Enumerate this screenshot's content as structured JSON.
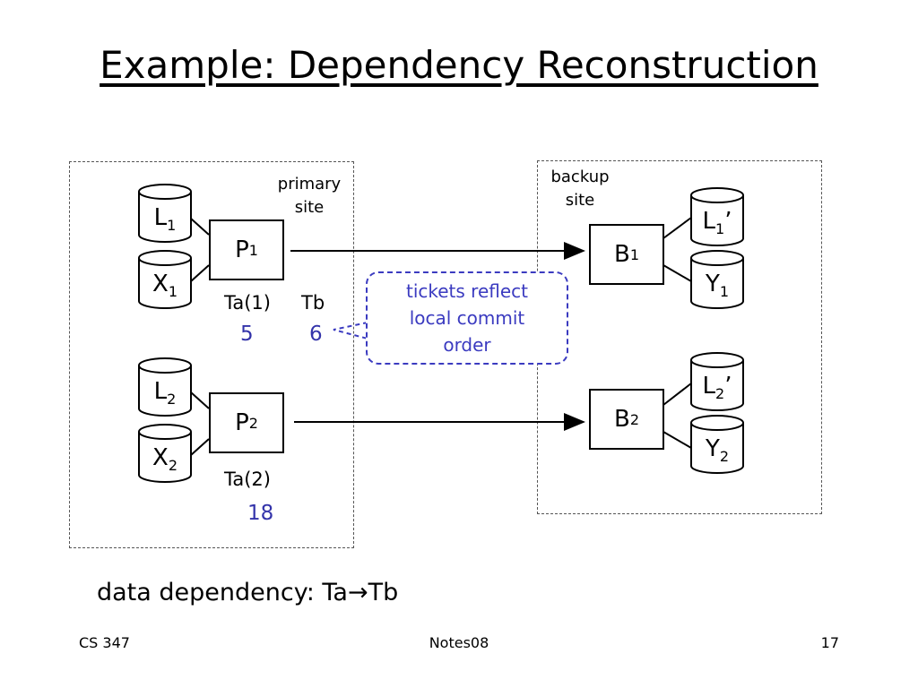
{
  "title": "Example: Dependency Reconstruction",
  "primary_site": {
    "label": [
      "primary",
      "site"
    ],
    "processes": [
      {
        "name": "P",
        "sub": "1",
        "log": {
          "name": "L",
          "sub": "1"
        },
        "data": {
          "name": "X",
          "sub": "1"
        },
        "txn": "Ta(1)",
        "txn_ticket": "5",
        "extra_txn": "Tb",
        "extra_ticket": "6"
      },
      {
        "name": "P",
        "sub": "2",
        "log": {
          "name": "L",
          "sub": "2"
        },
        "data": {
          "name": "X",
          "sub": "2"
        },
        "txn": "Ta(2)",
        "txn_ticket": "18"
      }
    ]
  },
  "backup_site": {
    "label": [
      "backup",
      "site"
    ],
    "processes": [
      {
        "name": "B",
        "sub": "1",
        "log": {
          "name": "L",
          "sub": "1",
          "prime": "’"
        },
        "data": {
          "name": "Y",
          "sub": "1"
        }
      },
      {
        "name": "B",
        "sub": "2",
        "log": {
          "name": "L",
          "sub": "2",
          "prime": "’"
        },
        "data": {
          "name": "Y",
          "sub": "2"
        }
      }
    ]
  },
  "callout": [
    "tickets reflect",
    "local commit",
    "order"
  ],
  "dependency": {
    "prefix": "data dependency: Ta",
    "arrow": "→",
    "suffix": "Tb"
  },
  "footer": {
    "left": "CS 347",
    "center": "Notes08",
    "right": "17"
  },
  "colors": {
    "ticket": "#3333aa",
    "callout": "#3b3bc0"
  }
}
